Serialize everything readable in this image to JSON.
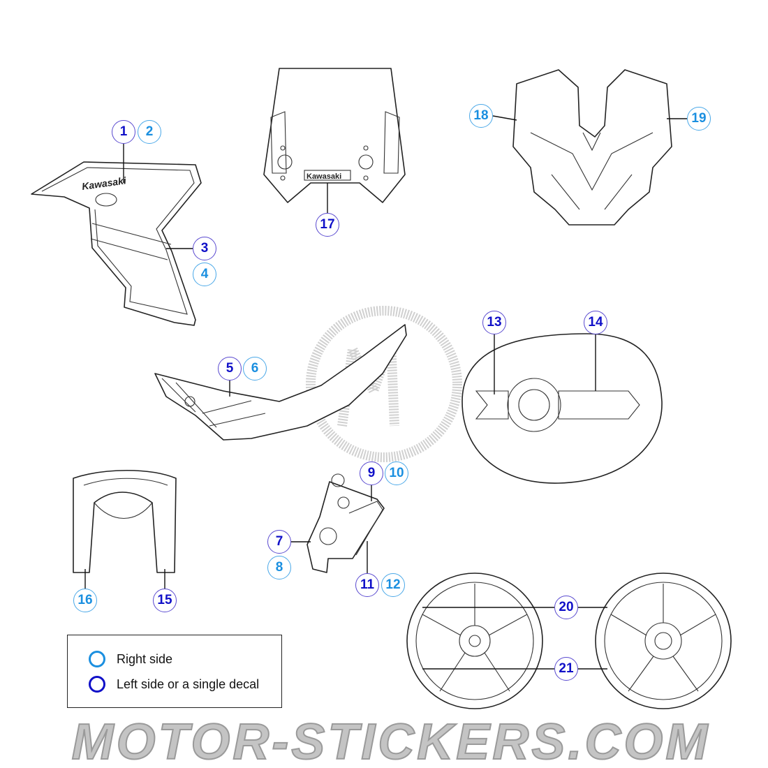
{
  "colors": {
    "right_side": "#1a8fe0",
    "left_side": "#1010c8"
  },
  "callouts": {
    "n1": "1",
    "n2": "2",
    "n3": "3",
    "n4": "4",
    "n5": "5",
    "n6": "6",
    "n7": "7",
    "n8": "8",
    "n9": "9",
    "n10": "10",
    "n11": "11",
    "n12": "12",
    "n13": "13",
    "n14": "14",
    "n15": "15",
    "n16": "16",
    "n17": "17",
    "n18": "18",
    "n19": "19",
    "n20": "20",
    "n21": "21"
  },
  "decal_text": {
    "tank_cover_logo": "Kawasaki",
    "windscreen_logo": "Kawasaki"
  },
  "legend": {
    "right_side": "Right side",
    "left_side": "Left side or a single decal"
  },
  "watermark": "MOTOR-STICKERS.COM"
}
